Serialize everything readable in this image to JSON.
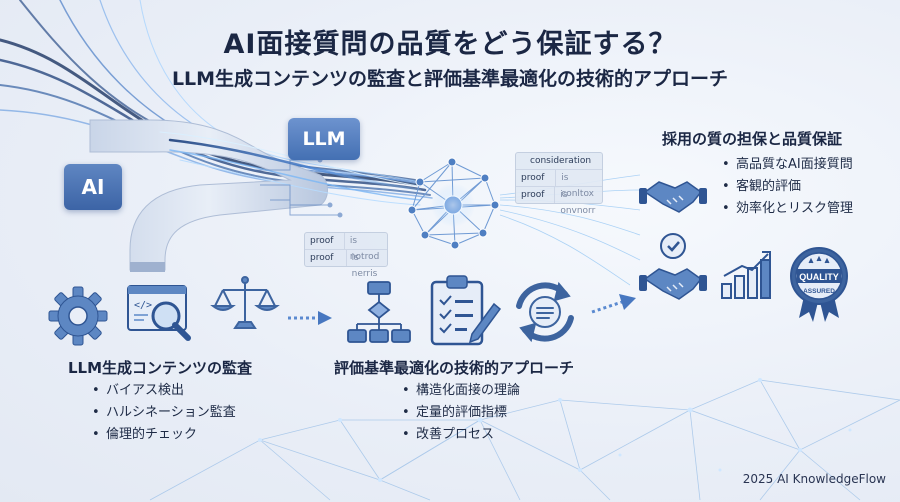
{
  "title": "AI面接質問の品質をどう保証する？",
  "subtitle": "LLM生成コンテンツの監査と評価基準最適化の技術的アプローチ",
  "badges": {
    "ai": "AI",
    "llm": "LLM"
  },
  "cards": {
    "left": {
      "rows": [
        {
          "key": "proof",
          "value": "is notrod"
        },
        {
          "key": "proof",
          "value": "is nerris"
        }
      ]
    },
    "right": {
      "header": "consideration",
      "rows": [
        {
          "key": "proof",
          "value": "is conltox"
        },
        {
          "key": "proof",
          "value": "is onvnorr"
        }
      ]
    }
  },
  "sections": {
    "audit": {
      "title": "LLM生成コンテンツの監査",
      "items": [
        "バイアス検出",
        "ハルシネーション監査",
        "倫理的チェック"
      ]
    },
    "approach": {
      "title": "評価基準最適化の技術的アプローチ",
      "items": [
        "構造化面接の理論",
        "定量的評価指標",
        "改善プロセス"
      ]
    },
    "assurance": {
      "title": "採用の質の担保と品質保証",
      "items": [
        "高品質なAI面接質問",
        "客観的評価",
        "効率化とリスク管理"
      ]
    }
  },
  "seal": {
    "top": "QUALITY",
    "bottom": "ASSURED"
  },
  "footer": "2025 AI KnowledgeFlow",
  "icons": [
    "gear-icon",
    "code-search-icon",
    "scales-icon",
    "flowchart-icon",
    "checklist-icon",
    "refresh-cycle-icon",
    "handshake-icon",
    "check-badge-icon",
    "handshake-icon",
    "bar-chart-icon",
    "quality-seal-icon",
    "neural-network-icon",
    "arrow-right-icon"
  ]
}
